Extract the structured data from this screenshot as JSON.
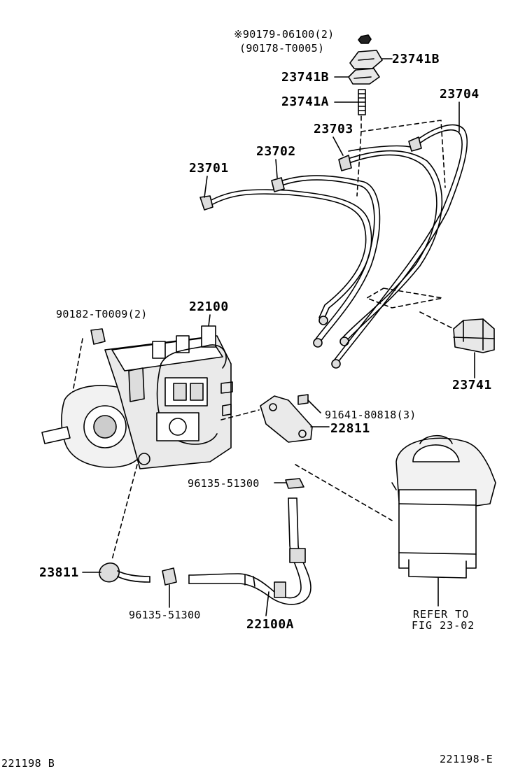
{
  "labels": {
    "p90179": "※90179-06100(2)",
    "p90178": "(90178-T0005)",
    "p23741B_top": "23741B",
    "p23741B_mid": "23741B",
    "p23741A": "23741A",
    "p23704": "23704",
    "p23703": "23703",
    "p23702": "23702",
    "p23701": "23701",
    "p90182": "90182-T0009(2)",
    "p22100": "22100",
    "p23741": "23741",
    "p91641": "91641-80818(3)",
    "p22811": "22811",
    "p96135_top": "96135-51300",
    "p23811": "23811",
    "p96135_bottom": "96135-51300",
    "p22100A": "22100A",
    "refer_line1": "REFER TO",
    "refer_line2": "FIG 23-02"
  },
  "footer": {
    "left_code": "221198 B",
    "right_code": "221198-E"
  }
}
